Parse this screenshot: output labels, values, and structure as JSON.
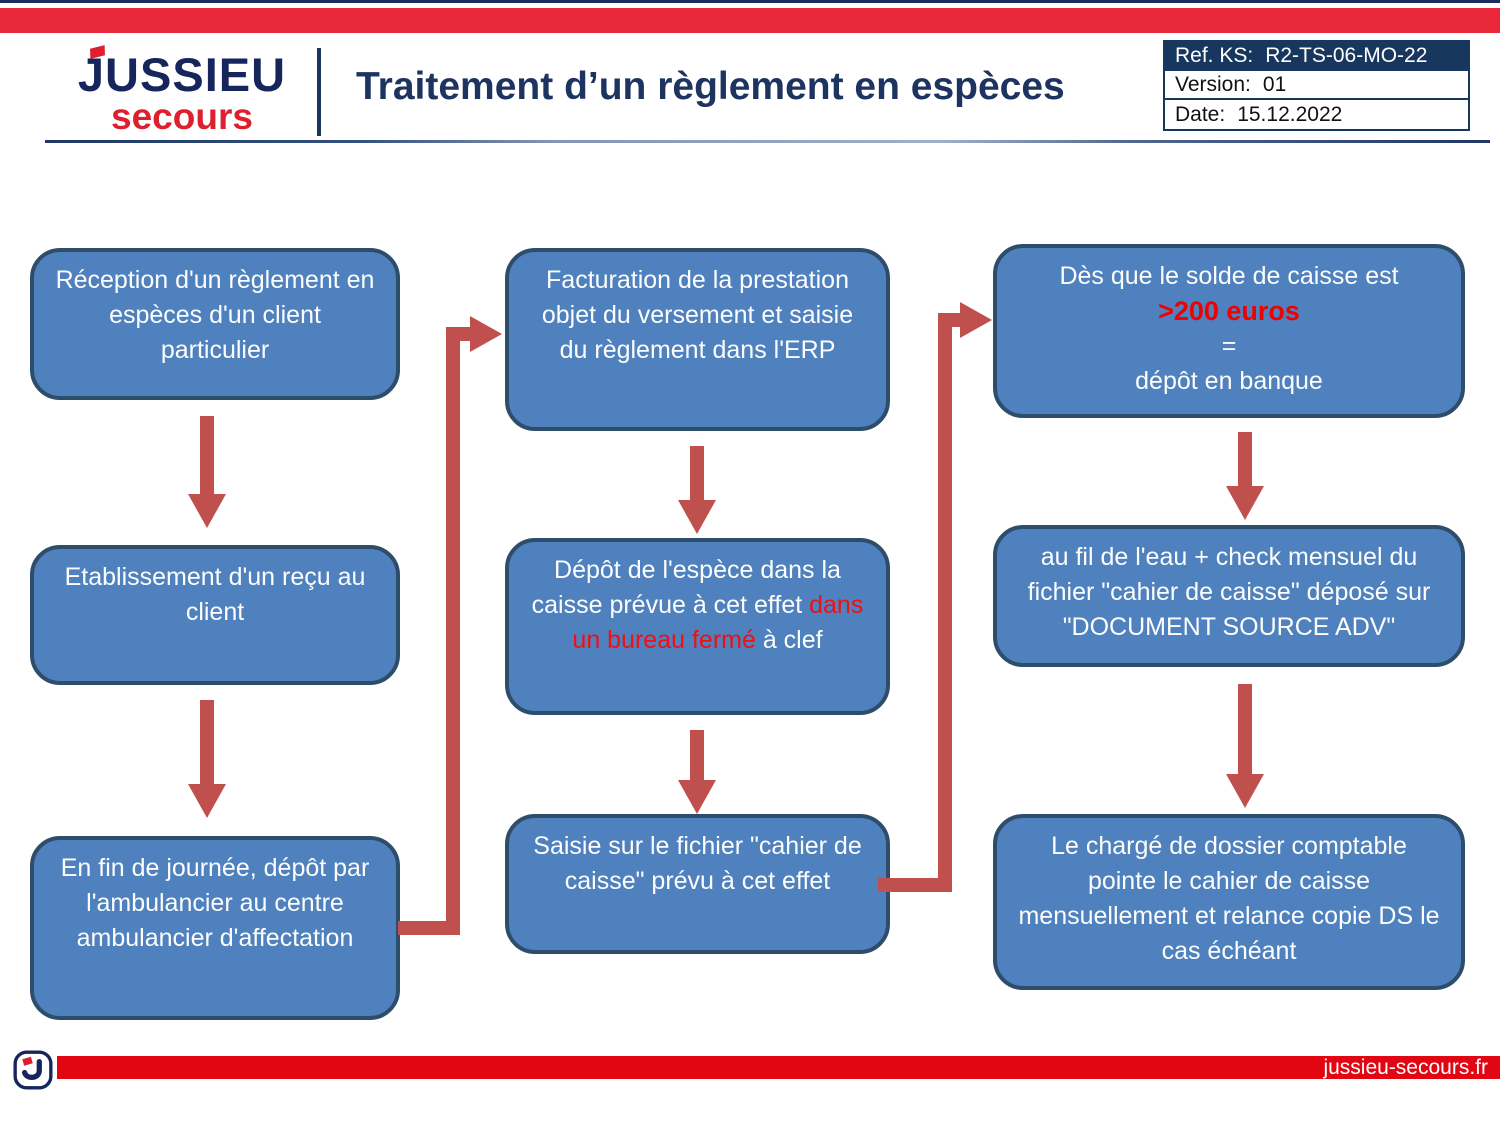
{
  "header": {
    "logo_line1": "JUSSIEU",
    "logo_line2": "secours",
    "title": "Traitement d’un règlement en espèces",
    "ref_box": {
      "rows": [
        {
          "label": "Ref. KS:",
          "value": "R2-TS-06-MO-22"
        },
        {
          "label": "Version:",
          "value": "01"
        },
        {
          "label": "Date:",
          "value": "15.12.2022"
        }
      ]
    }
  },
  "boxes": {
    "c1b1": "Réception d'un règlement en espèces d'un client particulier",
    "c1b2": "Etablissement d'un reçu au client",
    "c1b3": "En fin de journée, dépôt par l'ambulancier au centre ambulancier d'affectation",
    "c2b1": "Facturation de la prestation objet du versement et saisie du règlement dans l'ERP",
    "c2b2_white1": "Dépôt de l'espèce dans la caisse prévue à cet effet ",
    "c2b2_red": "dans un bureau fermé",
    "c2b2_white2": " à clef",
    "c2b3": "Saisie sur le  fichier \"cahier de caisse\" prévu à cet effet",
    "c3b1_line1": "Dès que le solde de caisse est",
    "c3b1_red": ">200 euros",
    "c3b1_eq": "=",
    "c3b1_line2": "dépôt en banque",
    "c3b2": "au fil de l'eau + check mensuel du fichier \"cahier de caisse\" déposé sur \"DOCUMENT SOURCE ADV\"",
    "c3b3": "Le chargé de dossier comptable pointe le cahier de caisse mensuellement et relance copie DS le cas échéant"
  },
  "footer": {
    "url": "jussieu-secours.fr"
  },
  "colors": {
    "box_fill": "#4e81bd",
    "box_border": "#2e4d6b",
    "arrow_red": "#c0504d",
    "brand_red": "#e8283a",
    "brand_navy": "#1d3461",
    "alert_red": "#f10000"
  }
}
